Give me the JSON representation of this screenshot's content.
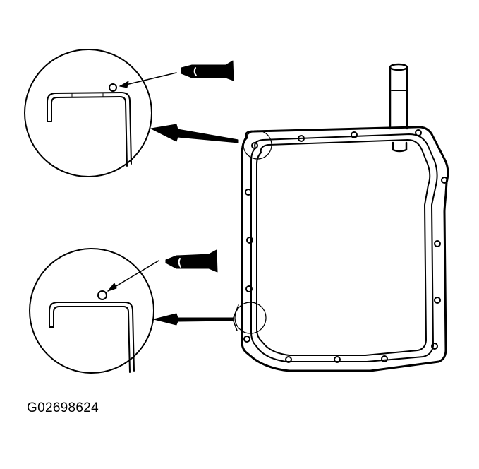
{
  "figure": {
    "caption": "G02698624",
    "description": "Transmission oil pan with two magnified detail views showing sealant bead placement",
    "stroke_color": "#000000",
    "background": "#ffffff",
    "callouts": [
      {
        "name": "upper-detail",
        "target": "upper-left corner of pan flange"
      },
      {
        "name": "lower-detail",
        "target": "lower-left side of pan flange"
      }
    ]
  }
}
